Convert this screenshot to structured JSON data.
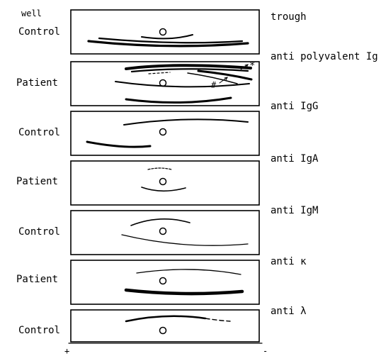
{
  "header": {
    "well_label": "well",
    "trough_label": "trough"
  },
  "rows": [
    {
      "left": "Control",
      "right": ""
    },
    {
      "left": "Patient",
      "right": "anti polyvalent Ig"
    },
    {
      "left": "Control",
      "right": "anti IgG"
    },
    {
      "left": "Patient",
      "right": "anti IgA"
    },
    {
      "left": "Control",
      "right": "anti IgM"
    },
    {
      "left": "Patient",
      "right": "anti κ"
    },
    {
      "left": "Control",
      "right": "anti λ"
    }
  ],
  "markers": {
    "star": "*",
    "hash": "#",
    "plus": "+",
    "minus": "-"
  }
}
